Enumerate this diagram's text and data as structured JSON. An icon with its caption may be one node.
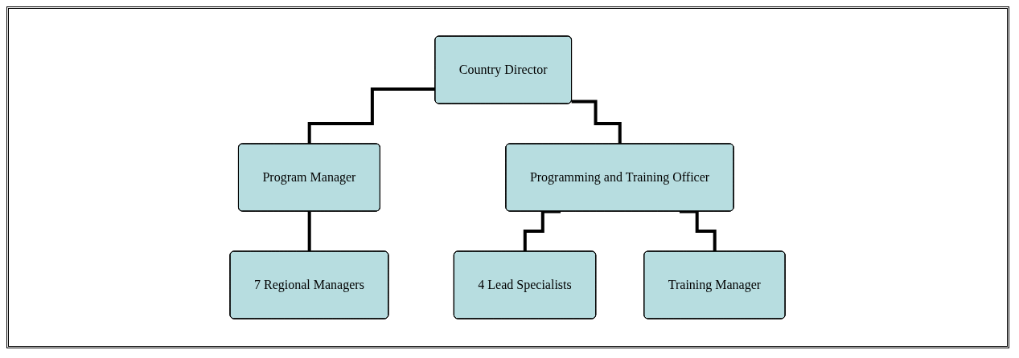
{
  "diagram": {
    "nodes": [
      {
        "text": [
          "Country Director"
        ]
      },
      {
        "text": [
          "Program Manager"
        ]
      },
      {
        "text": [
          "Programming and Training Officer"
        ]
      },
      {
        "text": [
          "7 Regional Managers"
        ]
      },
      {
        "text": [
          "4 Lead Specialists"
        ]
      },
      {
        "text": [
          "Training Manager"
        ]
      }
    ],
    "edges": [
      {
        "from": 0,
        "to": 1,
        "arrow": "none"
      },
      {
        "from": 0,
        "to": 2,
        "arrow": "none"
      },
      {
        "from": 1,
        "to": 3,
        "arrow": "none"
      },
      {
        "from": 2,
        "to": 4,
        "arrow": "none"
      },
      {
        "from": 2,
        "to": 5,
        "arrow": "none"
      }
    ]
  }
}
